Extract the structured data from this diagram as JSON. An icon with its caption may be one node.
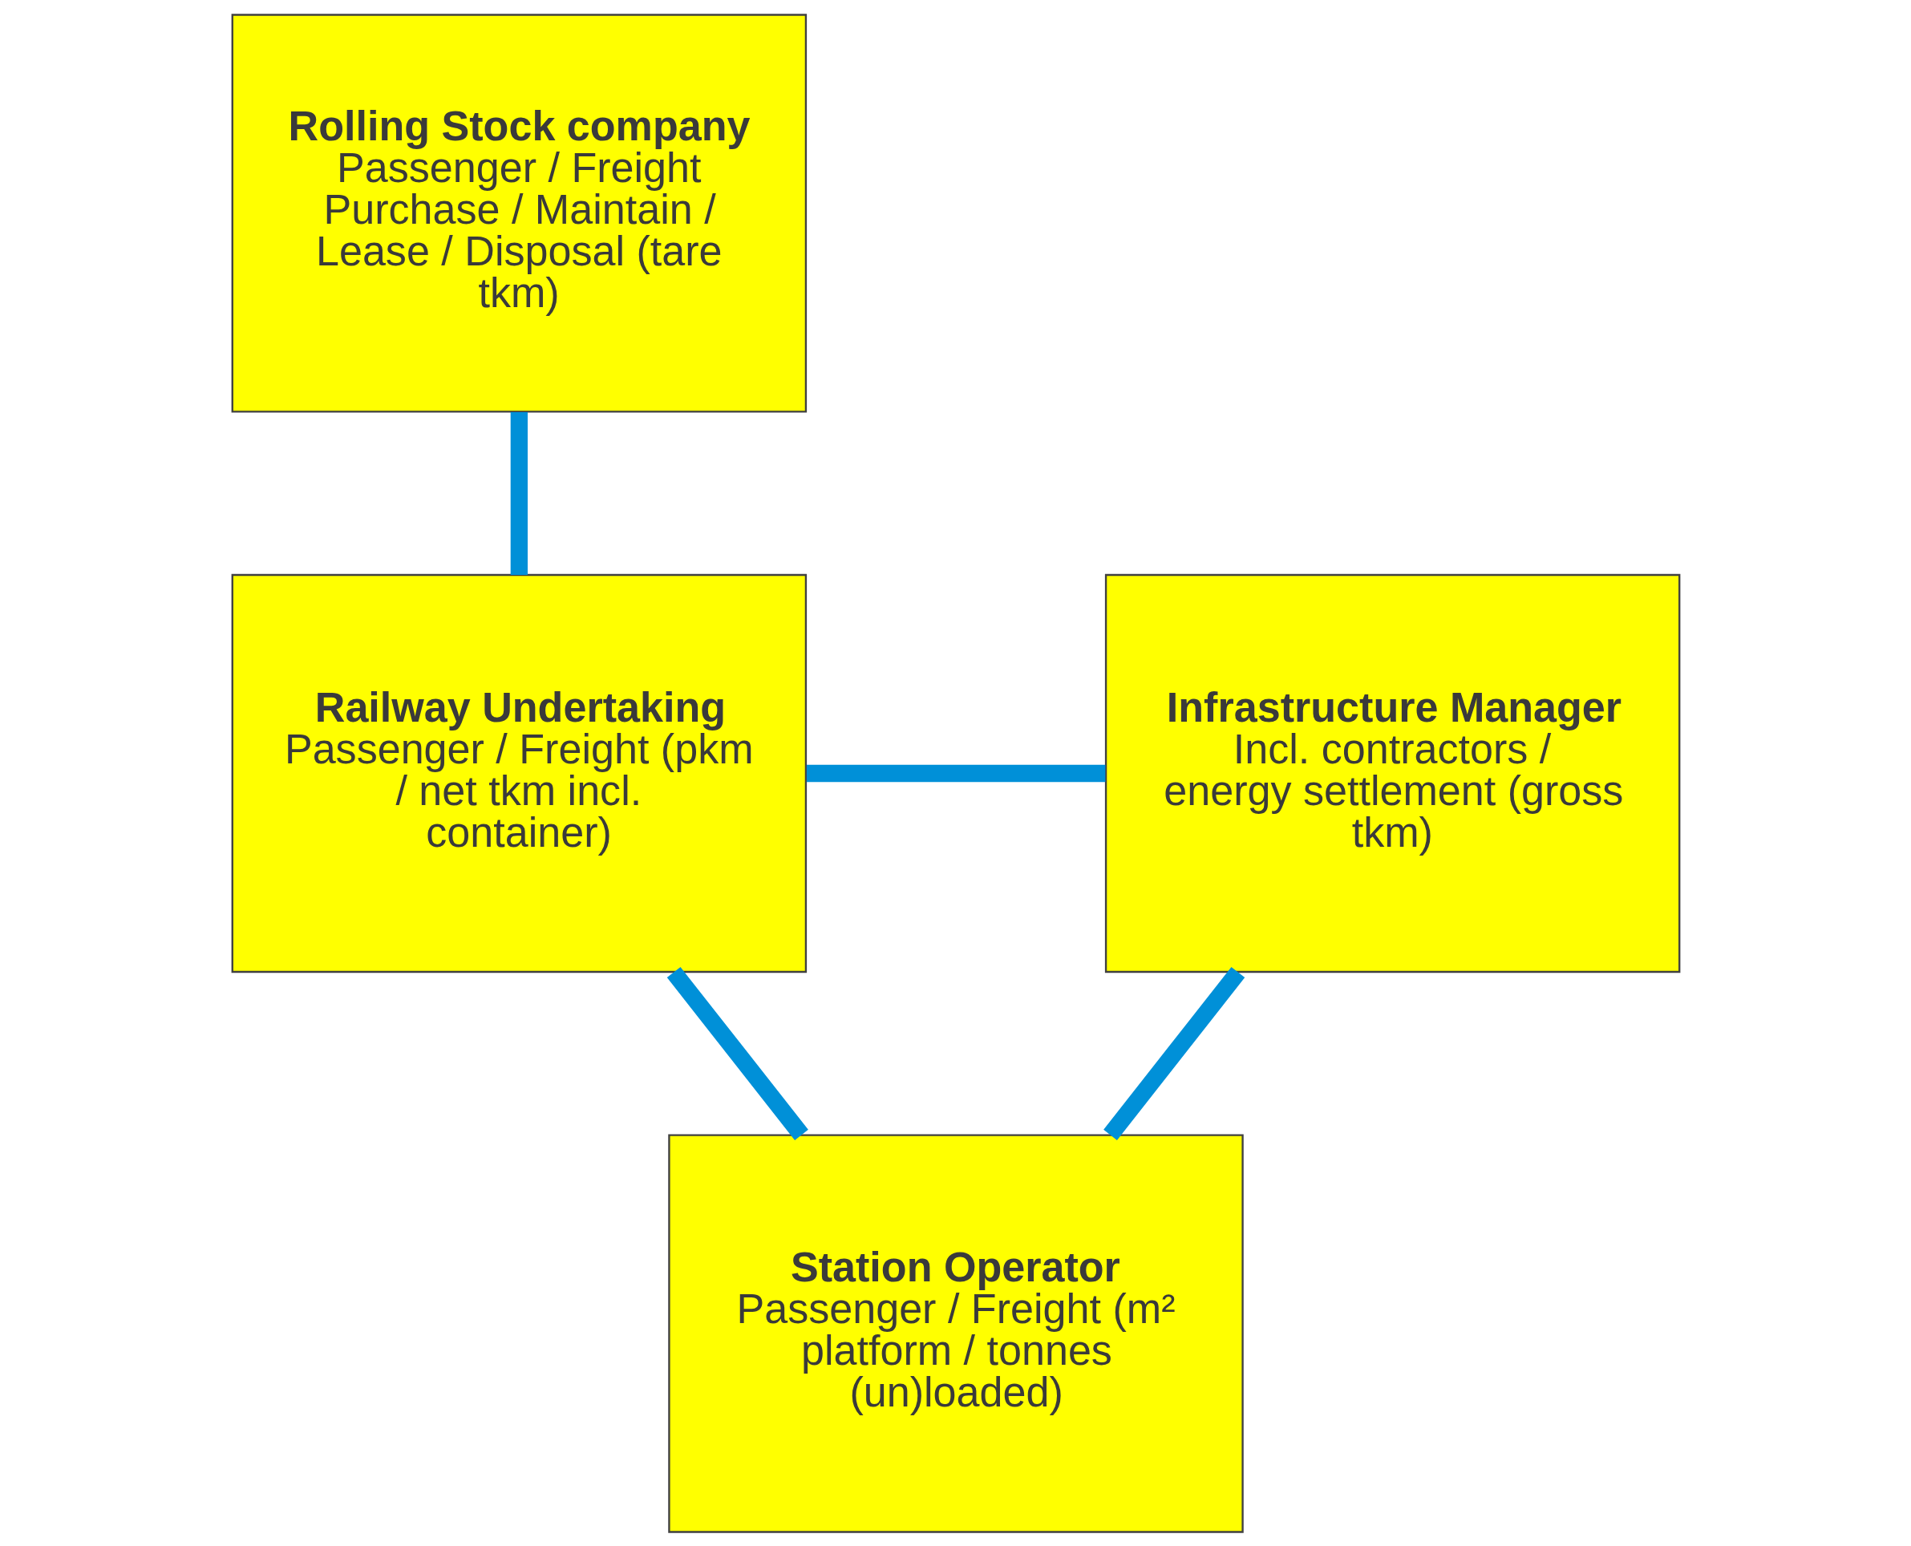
{
  "diagram": {
    "nodes": [
      {
        "text": [
          "Rolling Stock company",
          "Passenger / Freight Purchase / Maintain / Lease / Disposal (tare tkm)"
        ]
      },
      {
        "text": [
          "Railway Undertaking",
          "Passenger / Freight (pkm / net tkm incl. container)"
        ]
      },
      {
        "text": [
          "Infrastructure Manager",
          "Incl. contractors / energy settlement (gross tkm)"
        ]
      },
      {
        "text": [
          "Station Operator",
          "Passenger / Freight (m² platform / tonnes (un)loaded)"
        ]
      }
    ],
    "edges": [
      {
        "from": 0,
        "to": 1,
        "arrow": "none"
      },
      {
        "from": 1,
        "to": 2,
        "arrow": "none"
      },
      {
        "from": 1,
        "to": 3,
        "arrow": "none"
      },
      {
        "from": 2,
        "to": 3,
        "arrow": "none"
      }
    ]
  }
}
